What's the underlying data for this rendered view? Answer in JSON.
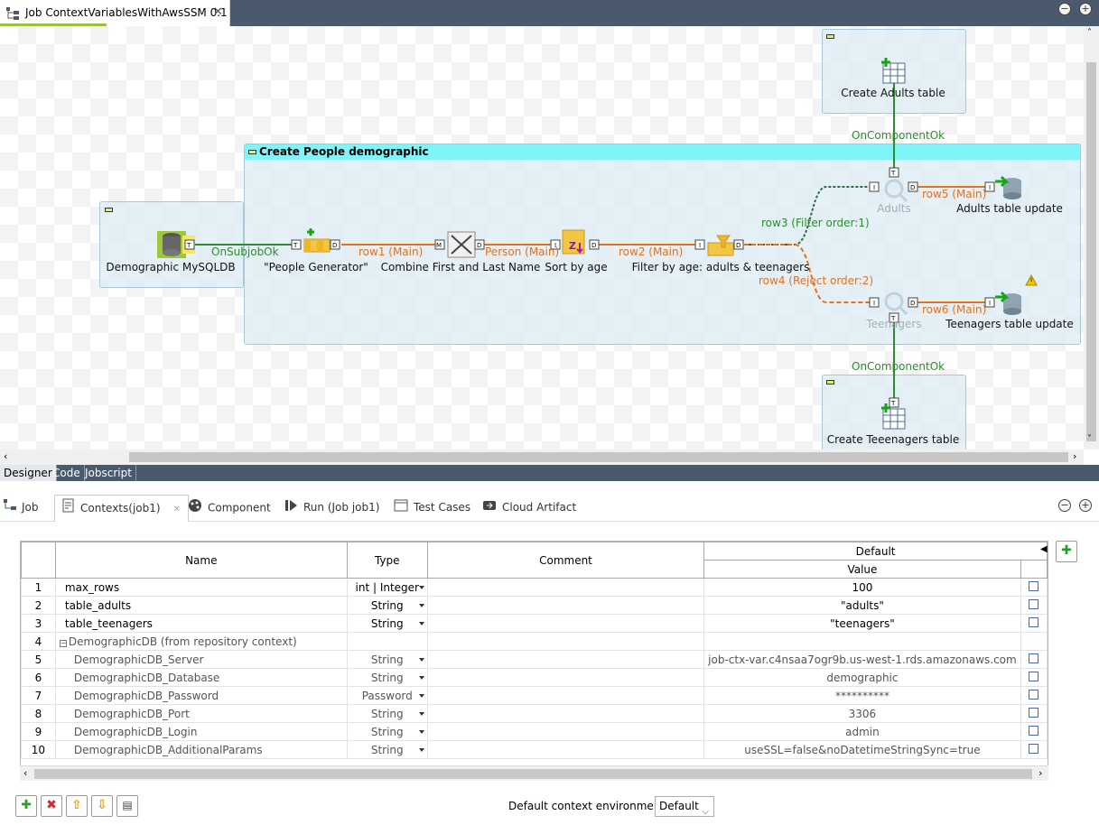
{
  "editor": {
    "tab_title": "Job ContextVariablesWithAwsSSM 0.1",
    "close_glyph": "✕"
  },
  "canvas": {
    "subjobs": {
      "people_title": "Create People demographic"
    },
    "components": {
      "mysql": "Demographic MySQLDB",
      "generator": "\"People Generator\"",
      "combine": "Combine First and Last Name",
      "sort": "Sort by age",
      "filter": "Filter by age: adults & teenagers",
      "adults": "Adults",
      "teenagers": "Teenagers",
      "adults_update": "Adults table update",
      "teen_update": "Teenagers table update",
      "create_adults": "Create Adults table",
      "create_teen": "Create Teeenagers table"
    },
    "links": {
      "on_subjob_ok": "OnSubjobOk",
      "row1": "row1 (Main)",
      "person": "Person (Main)",
      "row2": "row2 (Main)",
      "row3": "row3 (Filter order:1)",
      "row4": "row4 (Reject order:2)",
      "row5": "row5 (Main)",
      "row6": "row6 (Main)",
      "on_component_ok_top": "OnComponentOk",
      "on_component_ok_bottom": "OnComponentOk"
    },
    "colors": {
      "main_link": "#e07320",
      "trigger_link": "#2f8b2f",
      "subjob_header": "#7ff5f9"
    }
  },
  "designer_tabs": [
    "Designer",
    "Code",
    "Jobscript"
  ],
  "view_tabs": {
    "job": "Job",
    "contexts": "Contexts(job1)",
    "component": "Component",
    "run": "Run (Job job1)",
    "test_cases": "Test Cases",
    "cloud": "Cloud Artifact"
  },
  "context_table": {
    "headers": {
      "name": "Name",
      "type": "Type",
      "comment": "Comment",
      "default": "Default",
      "value": "Value"
    },
    "rows": [
      {
        "num": "1",
        "name": "max_rows",
        "type": "int | Integer",
        "value": "100"
      },
      {
        "num": "2",
        "name": "table_adults",
        "type": "String",
        "value": "\"adults\""
      },
      {
        "num": "3",
        "name": "table_teenagers",
        "type": "String",
        "value": "\"teenagers\""
      },
      {
        "num": "4",
        "name": "DemographicDB (from repository context)",
        "type": "",
        "value": ""
      },
      {
        "num": "5",
        "name": "DemographicDB_Server",
        "type": "String",
        "value": "job-ctx-var.c4nsaa7ogr9b.us-west-1.rds.amazonaws.com"
      },
      {
        "num": "6",
        "name": "DemographicDB_Database",
        "type": "String",
        "value": "demographic"
      },
      {
        "num": "7",
        "name": "DemographicDB_Password",
        "type": "Password",
        "value": "**********"
      },
      {
        "num": "8",
        "name": "DemographicDB_Port",
        "type": "String",
        "value": "3306"
      },
      {
        "num": "9",
        "name": "DemographicDB_Login",
        "type": "String",
        "value": "admin"
      },
      {
        "num": "10",
        "name": "DemographicDB_AdditionalParams",
        "type": "String",
        "value": "useSSL=false&noDatetimeStringSync=true"
      }
    ]
  },
  "footer": {
    "default_env_label": "Default context environment",
    "default_env_value": "Default"
  }
}
